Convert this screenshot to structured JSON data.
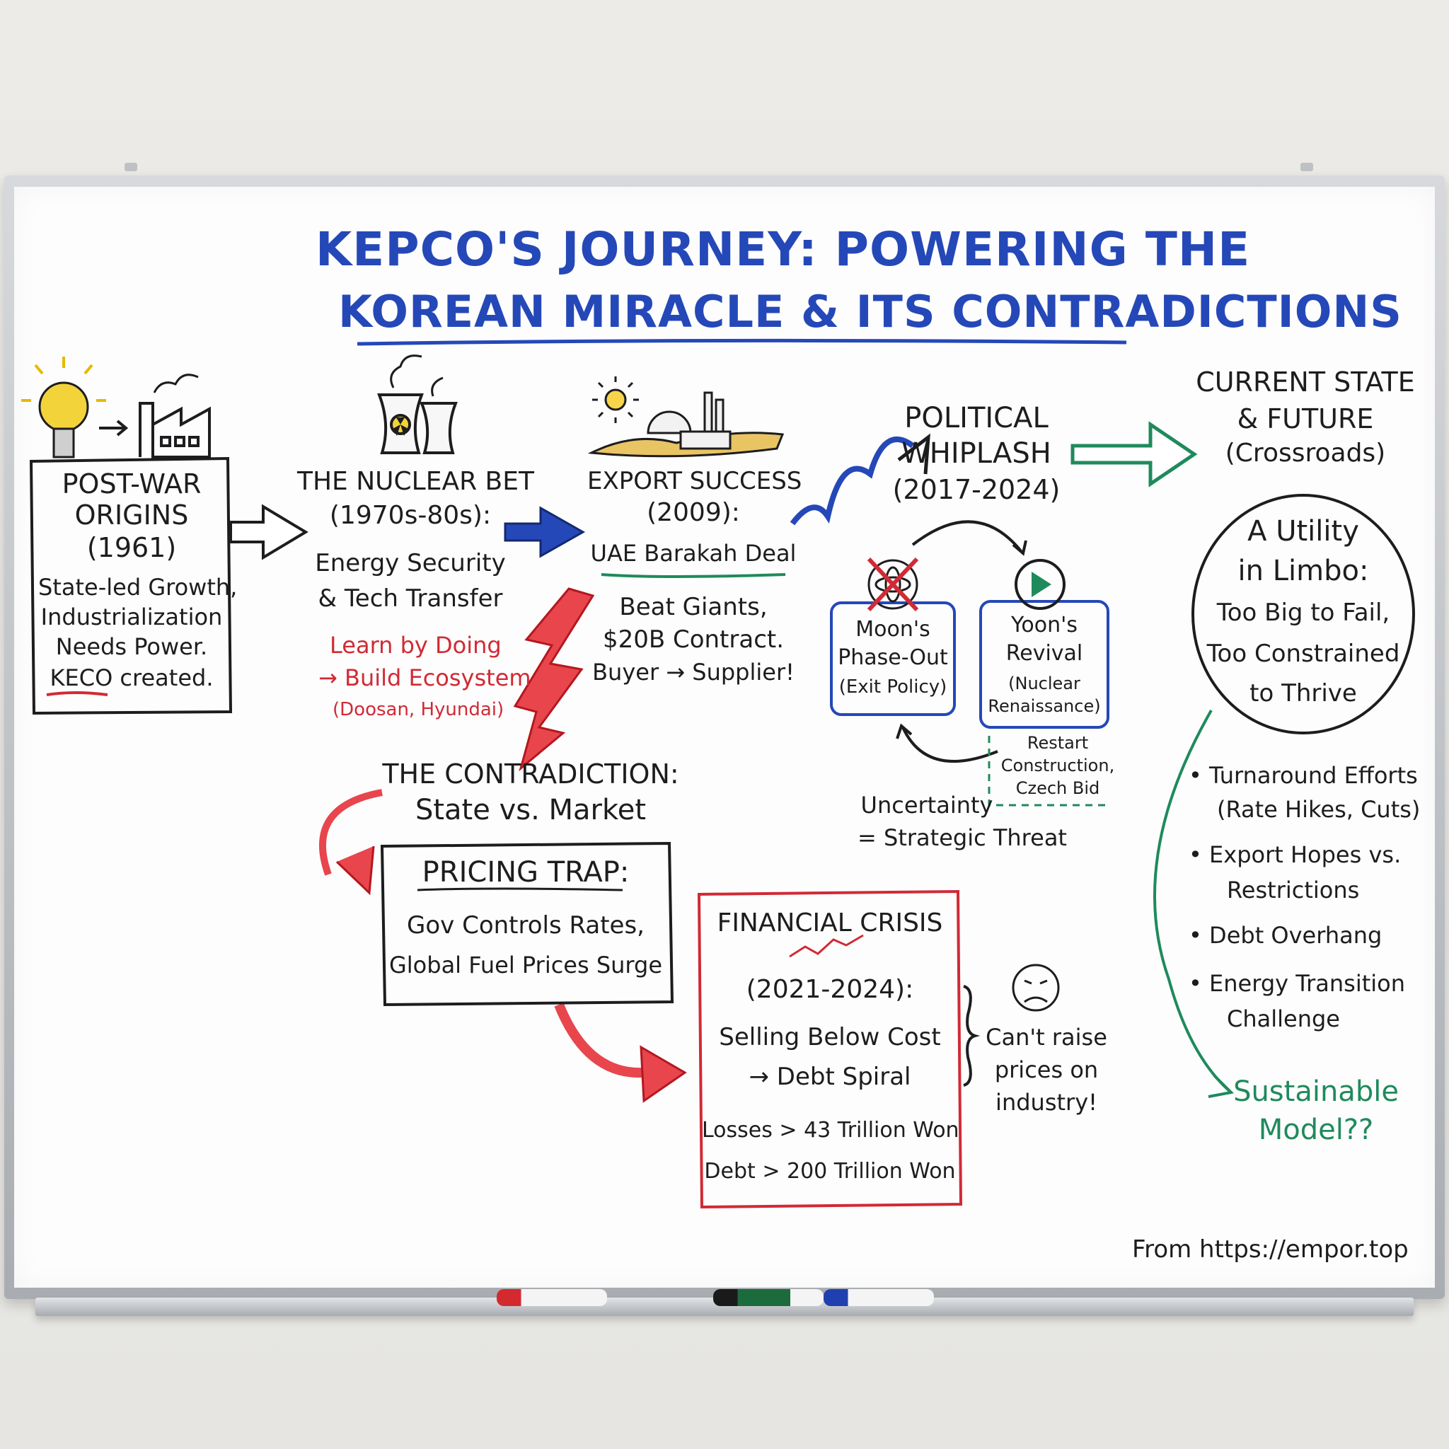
{
  "title": {
    "line1": "KEPCO'S JOURNEY: POWERING THE",
    "line2": "KOREAN MIRACLE & ITS CONTRADICTIONS"
  },
  "stages": {
    "origins": {
      "heading": "POST-WAR ORIGINS (1961)",
      "line1": "POST-WAR",
      "line2": "ORIGINS",
      "line3": "(1961)",
      "body1": "State-led Growth,",
      "body2": "Industrialization",
      "body3": "Needs Power.",
      "body4": "KECO created."
    },
    "nuclear": {
      "line1": "THE NUCLEAR BET",
      "line2": "(1970s-80s):",
      "body1": "Energy Security",
      "body2": "& Tech Transfer",
      "note1": "Learn by Doing",
      "note2": "→ Build Ecosystem",
      "note3": "(Doosan, Hyundai)"
    },
    "export": {
      "line1": "EXPORT SUCCESS",
      "line2": "(2009):",
      "deal": "UAE Barakah Deal",
      "body1": "Beat Giants,",
      "body2": "$20B Contract.",
      "body3": "Buyer → Supplier!"
    },
    "political": {
      "line1": "POLITICAL",
      "line2": "WHIPLASH",
      "line3": "(2017-2024)",
      "moon1": "Moon's",
      "moon2": "Phase-Out",
      "moon3": "(Exit Policy)",
      "yoon1": "Yoon's",
      "yoon2": "Revival",
      "yoon3": "(Nuclear",
      "yoon4": "Renaissance)",
      "restart1": "Restart",
      "restart2": "Construction,",
      "restart3": "Czech Bid",
      "unc1": "Uncertainty",
      "unc2": "= Strategic Threat"
    },
    "future": {
      "line1": "CURRENT STATE",
      "line2": "& FUTURE",
      "line3": "(Crossroads)",
      "circle1": "A Utility",
      "circle2": "in Limbo:",
      "circle3": "Too Big to Fail,",
      "circle4": "Too Constrained",
      "circle5": "to Thrive",
      "bullets": [
        "Turnaround Efforts (Rate Hikes, Cuts)",
        "Export Hopes vs. Restrictions",
        "Debt Overhang",
        "Energy Transition Challenge"
      ],
      "b1a": "• Turnaround Efforts",
      "b1b": "(Rate Hikes, Cuts)",
      "b2a": "• Export Hopes vs.",
      "b2b": "Restrictions",
      "b3a": "• Debt Overhang",
      "b4a": "• Energy Transition",
      "b4b": "Challenge",
      "question1": "Sustainable",
      "question2": "Model??"
    }
  },
  "contradiction": {
    "line1": "THE CONTRADICTION:",
    "line2": "State vs. Market"
  },
  "pricing": {
    "title": "PRICING TRAP:",
    "body1": "Gov Controls Rates,",
    "body2": "Global Fuel Prices Surge"
  },
  "crisis": {
    "title": "FINANCIAL CRISIS",
    "years": "(2021-2024):",
    "body1": "Selling Below Cost",
    "body2": "→ Debt Spiral",
    "losses": "Losses > 43 Trillion Won",
    "debt": "Debt > 200 Trillion Won",
    "side1": "Can't raise",
    "side2": "prices on",
    "side3": "industry!"
  },
  "footer": {
    "source": "From https://empor.top"
  },
  "colors": {
    "ink": "#1d1d1f",
    "blue": "#2548b8",
    "red": "#d12a35",
    "green": "#1f8a5c",
    "yellow": "#f2d43a"
  }
}
